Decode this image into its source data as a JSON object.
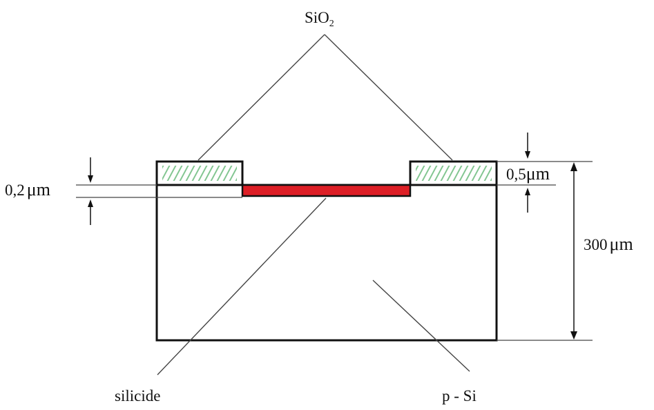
{
  "labels": {
    "sio2_main": "SiO",
    "sio2_sub": "2",
    "silicide": "silicide",
    "p_si": "p - Si",
    "dim_02_num": "0,2",
    "dim_05_num": "0,5",
    "dim_300_num": "300",
    "unit_um": "μm"
  },
  "colors": {
    "silicide_fill": "#dd1f26",
    "oxide_hatch": "#7fc48e",
    "outline": "#111111"
  }
}
